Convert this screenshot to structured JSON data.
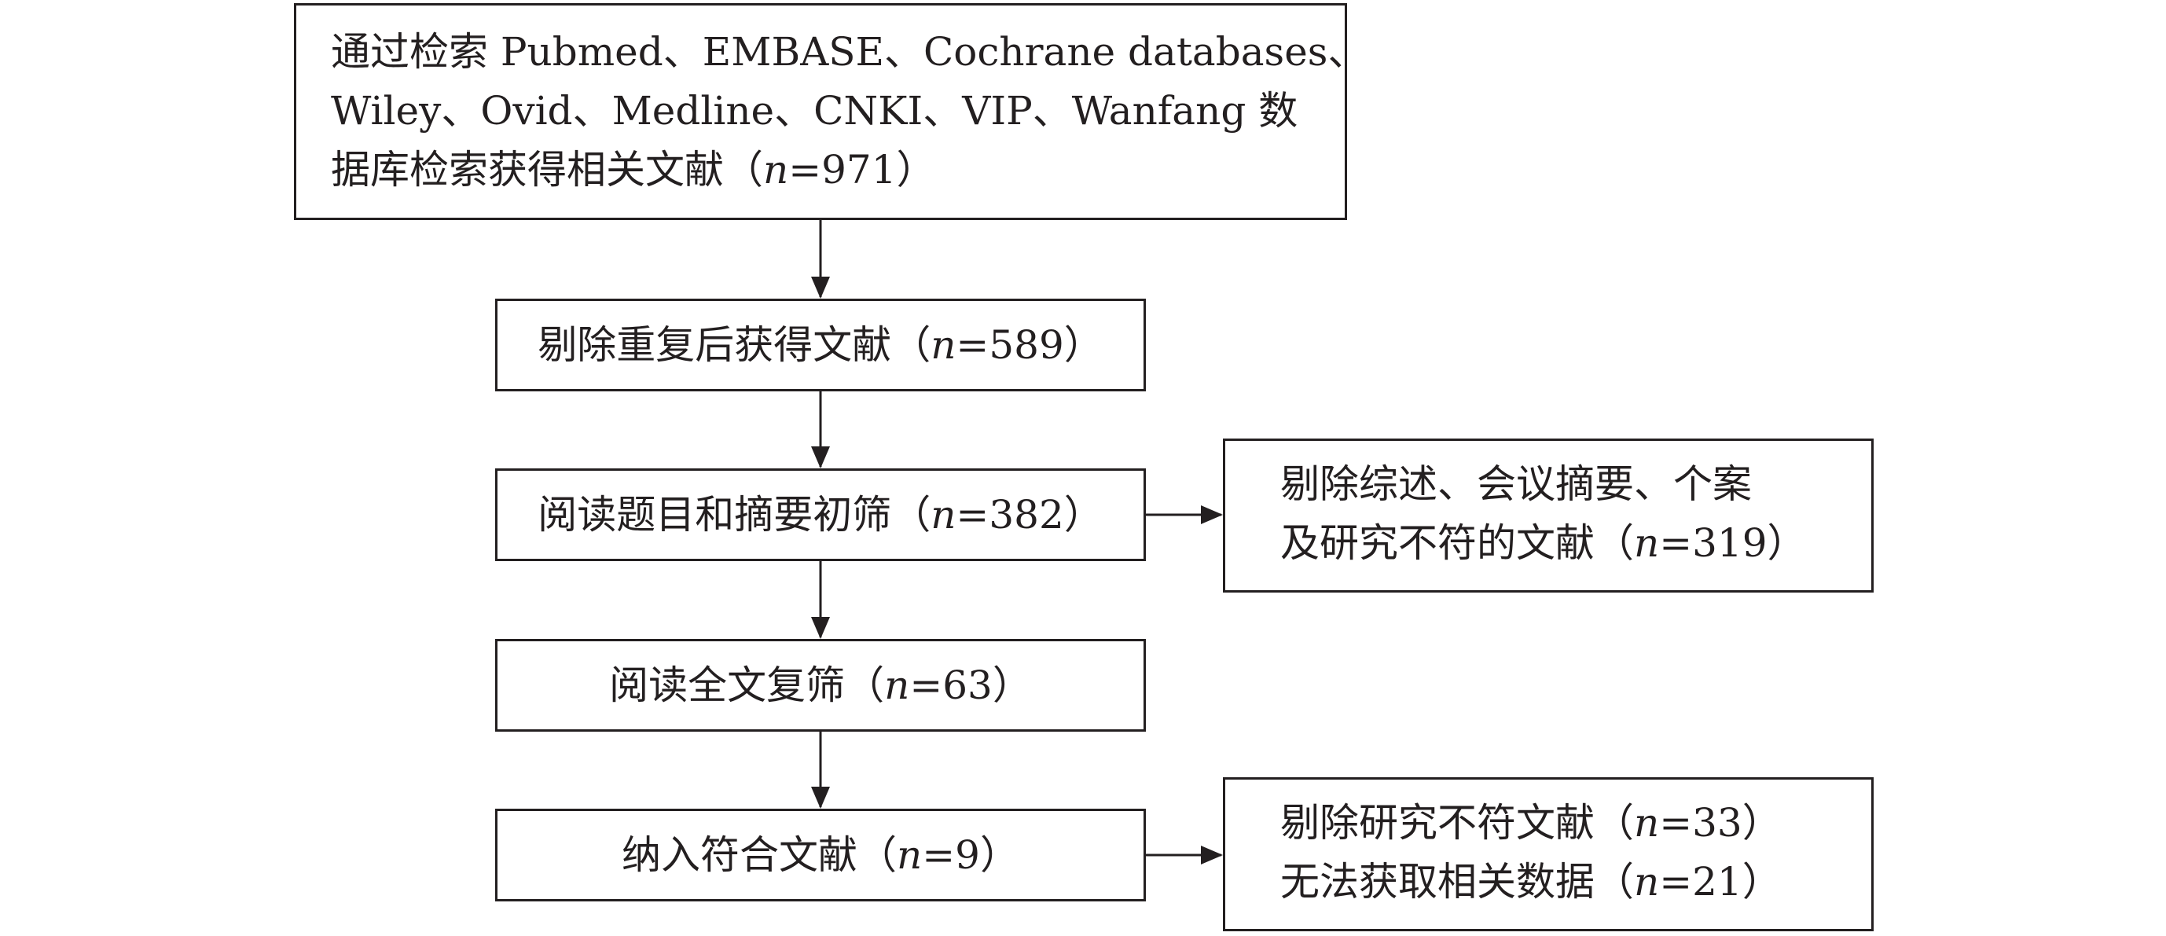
{
  "boxes": {
    "search": {
      "lines": [
        "通过检索 Pubmed、EMBASE、Cochrane databases、",
        "Wiley、Ovid、Medline、CNKI、VIP、Wanfang 数",
        "据库检索获得相关文献（"
      ],
      "n_symbol": "n",
      "count": "=971",
      "close": "）"
    },
    "dedup": {
      "label": "剔除重复后获得文献（",
      "n_symbol": "n",
      "count": "=589",
      "close": "）"
    },
    "title_screen": {
      "label": "阅读题目和摘要初筛（",
      "n_symbol": "n",
      "count": "=382",
      "close": "）"
    },
    "fulltext_screen": {
      "label": "阅读全文复筛（",
      "n_symbol": "n",
      "count": "=63",
      "close": "）"
    },
    "included": {
      "label": "纳入符合文献（",
      "n_symbol": "n",
      "count": "=9",
      "close": "）"
    },
    "excluded_1": {
      "line1": "剔除综述、会议摘要、个案",
      "line2_label": "及研究不符的文献（",
      "n_symbol": "n",
      "count": "=319",
      "close": "）"
    },
    "excluded_2": {
      "line1_label": "剔除研究不符文献（",
      "line1_n_symbol": "n",
      "line1_count": "=33",
      "line1_close": "）",
      "line2_label": "无法获取相关数据（",
      "line2_n_symbol": "n",
      "line2_count": "=21",
      "line2_close": "）"
    }
  }
}
